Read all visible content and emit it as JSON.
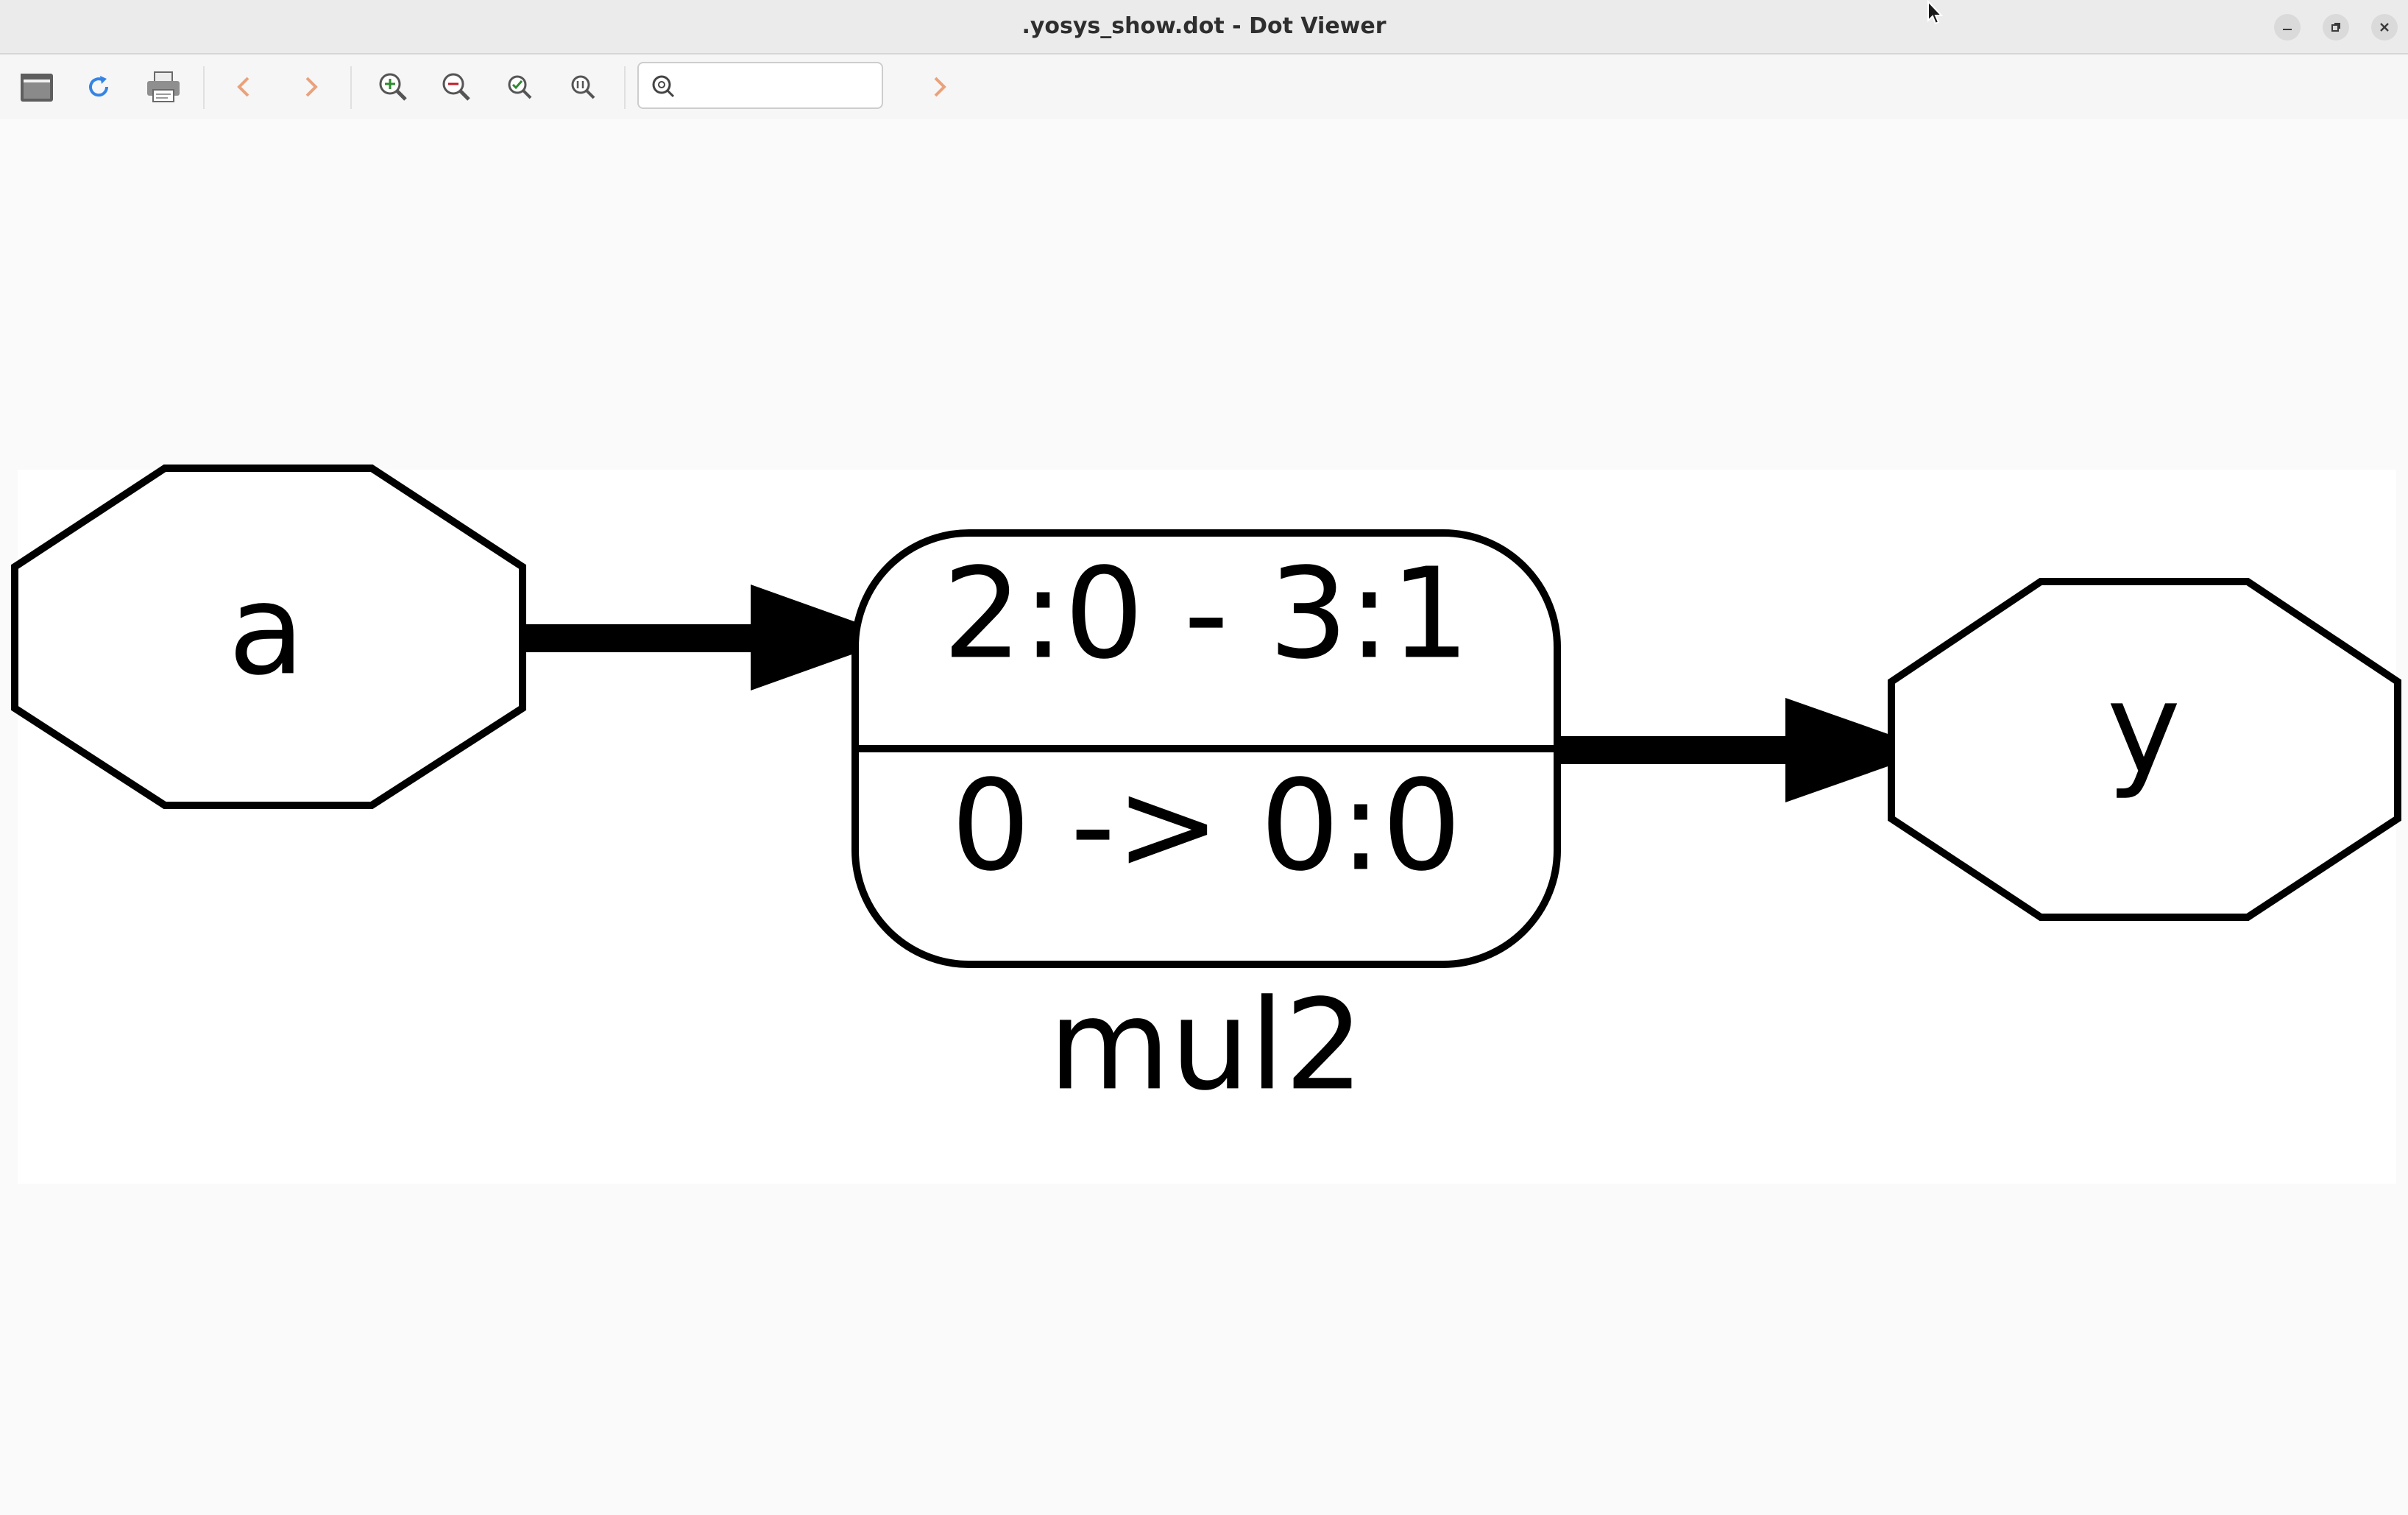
{
  "window": {
    "title": ".yosys_show.dot - Dot Viewer",
    "controls": [
      "minimize-icon",
      "maximize-icon",
      "close-icon"
    ]
  },
  "toolbar": {
    "buttons": [
      {
        "name": "open-button",
        "icon": "folder-icon"
      },
      {
        "name": "reload-button",
        "icon": "refresh-icon"
      },
      {
        "name": "print-button",
        "icon": "printer-icon"
      },
      {
        "name": "back-button",
        "icon": "chevron-left-icon"
      },
      {
        "name": "forward-button",
        "icon": "chevron-right-icon"
      },
      {
        "name": "zoom-in-button",
        "icon": "zoom-in-icon"
      },
      {
        "name": "zoom-out-button",
        "icon": "zoom-out-icon"
      },
      {
        "name": "zoom-fit-button",
        "icon": "zoom-fit-icon"
      },
      {
        "name": "zoom-100-button",
        "icon": "zoom-100-icon"
      },
      {
        "name": "find-next-button",
        "icon": "chevron-right-icon"
      }
    ],
    "search": {
      "value": "",
      "placeholder": ""
    }
  },
  "graph": {
    "nodes": {
      "input": "a",
      "cell_top": "2:0 - 3:1",
      "cell_bottom": "0 -> 0:0",
      "output": "y"
    },
    "cluster_label": "mul2"
  },
  "colors": {
    "titlebar": "#ebebeb",
    "toolbar": "#f6f6f6",
    "canvas": "#fafafa",
    "graph_bg": "#ffffff",
    "ink": "#000000",
    "accent_blue": "#3584e4",
    "nav_orange": "#e9a27c"
  }
}
